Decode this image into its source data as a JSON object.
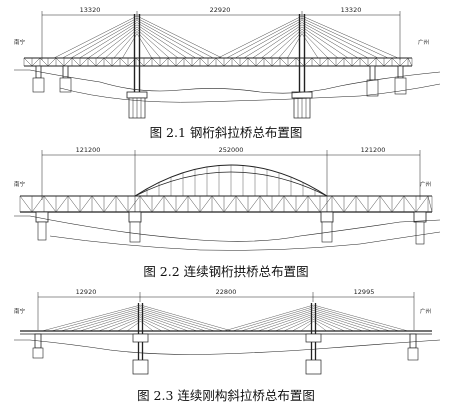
{
  "figures": [
    {
      "caption": "图 2.1  钢桁斜拉桥总布置图",
      "spans": [
        "13320",
        "22920",
        "13320"
      ],
      "left_label": "南宁",
      "right_label": "广州"
    },
    {
      "caption": "图 2.2  连续钢桁拱桥总布置图",
      "spans": [
        "121200",
        "252000",
        "121200"
      ],
      "left_label": "南宁",
      "right_label": "广州"
    },
    {
      "caption": "图 2.3  连续刚构斜拉桥总布置图",
      "spans": [
        "12920",
        "22800",
        "12995"
      ],
      "left_label": "南宁",
      "right_label": "广州"
    }
  ],
  "colors": {
    "ink": "#222222",
    "background": "#ffffff"
  }
}
